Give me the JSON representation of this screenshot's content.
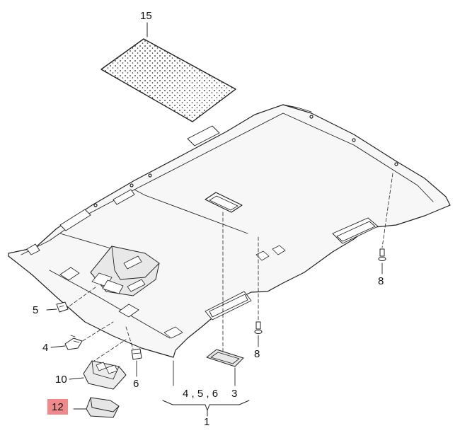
{
  "labels": {
    "l15": "15",
    "l5": "5",
    "l4": "4",
    "l10": "10",
    "l12": "12",
    "l6": "6",
    "l8a": "8",
    "l8b": "8",
    "group": "4 , 5 , 6",
    "l3": "3",
    "l1": "1"
  },
  "highlight_color": "#f08a8a",
  "line_color": "#222222",
  "fill_color": "#f2f2f2"
}
